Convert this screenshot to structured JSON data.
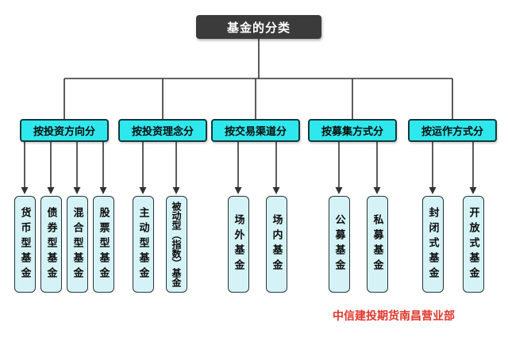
{
  "diagram": {
    "title": "基金的分类",
    "groups": [
      {
        "label": "按投资方向分",
        "children": [
          "货币型基金",
          "债券型基金",
          "混合型基金",
          "股票型基金"
        ]
      },
      {
        "label": "按投资理念分",
        "children": [
          "主动型基金",
          "被动型（指数）基金"
        ]
      },
      {
        "label": "按交易渠道分",
        "children": [
          "场外基金",
          "场内基金"
        ]
      },
      {
        "label": "按募集方式分",
        "children": [
          "公募基金",
          "私募基金"
        ]
      },
      {
        "label": "按运作方式分",
        "children": [
          "封闭式基金",
          "开放式基金"
        ]
      }
    ]
  },
  "footer": {
    "text": "中信建投期货南昌营业部"
  },
  "colors": {
    "root_box_bg": "#3b3b3b",
    "root_box_text": "#ffffff",
    "category_box_bg": "#2fe8ed",
    "leaf_box_bg": "#d5f3f6",
    "box_border": "#17393b",
    "connector_line": "#333333",
    "footer_text": "#e03529"
  }
}
